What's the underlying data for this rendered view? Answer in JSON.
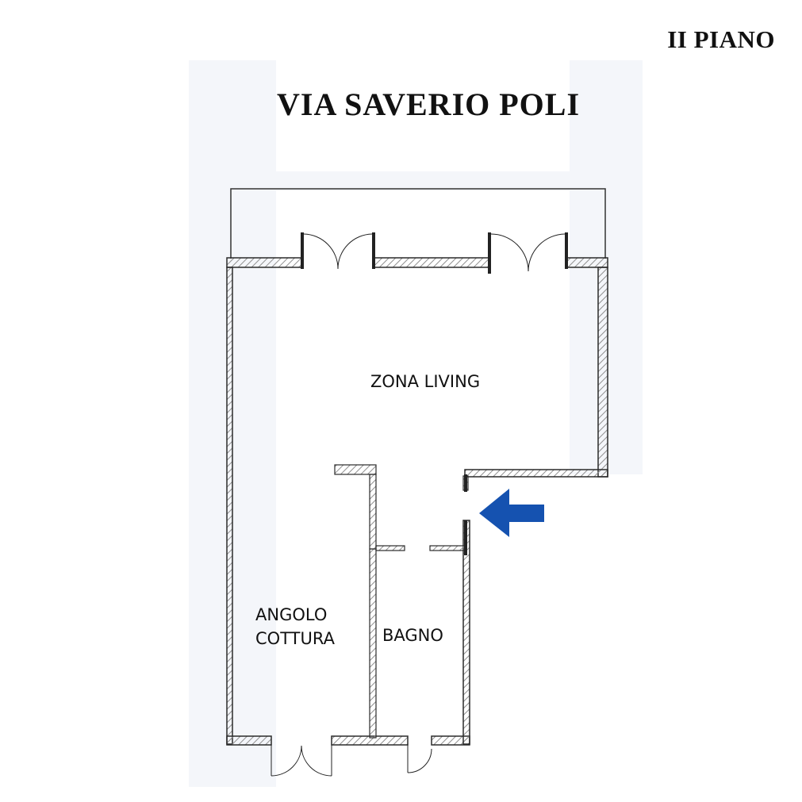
{
  "header": {
    "floor": "II PIANO",
    "street": "VIA SAVERIO POLI"
  },
  "rooms": {
    "living": "ZONA LIVING",
    "kitchen_line1": "ANGOLO",
    "kitchen_line2": "COTTURA",
    "bathroom": "BAGNO"
  },
  "colors": {
    "wall": "#2b2b2b",
    "hatch": "#9a9a9a",
    "entrance_arrow": "#1552b0",
    "background_tint": "#f4f6fa"
  },
  "icons": {
    "entrance": "arrow-left-icon"
  }
}
